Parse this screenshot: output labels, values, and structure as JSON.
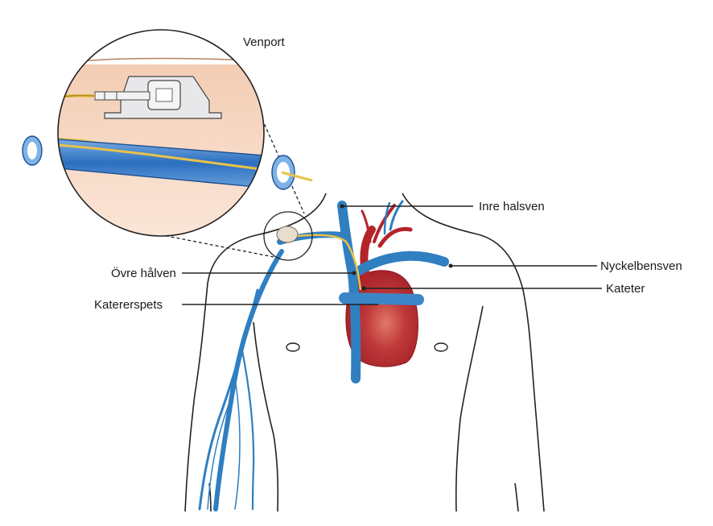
{
  "labels": {
    "venport": "Venport",
    "inre_halsven": "Inre halsven",
    "ovre_halven": "Övre hålven",
    "nyckelbensven": "Nyckelbensven",
    "kateter": "Kateter",
    "katererspets": "Katererspets"
  },
  "colors": {
    "vein_blue": "#2f7fc1",
    "vein_light": "#5fa8de",
    "heart_red": "#b3242a",
    "skin": "#f6d7c2",
    "catheter_yellow": "#e8c24a",
    "outline": "#222222"
  }
}
